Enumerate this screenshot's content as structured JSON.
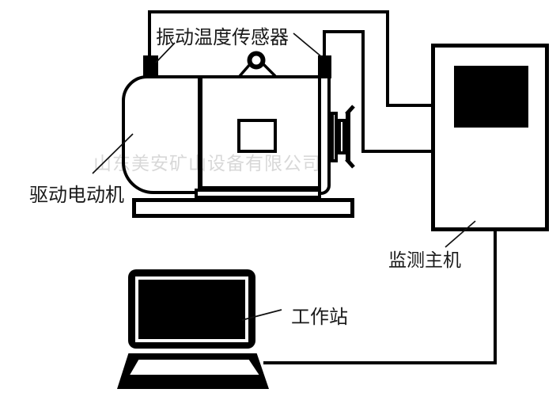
{
  "diagram": {
    "labels": {
      "sensor": "振动温度传感器",
      "motor": "驱动电动机",
      "host": "监测主机",
      "workstation": "工作站"
    },
    "watermark": "山东美安矿山设备有限公司",
    "colors": {
      "line": "#000000",
      "label_text": "#1a1a1a",
      "watermark": "#d8d8d8",
      "background": "#ffffff"
    }
  }
}
